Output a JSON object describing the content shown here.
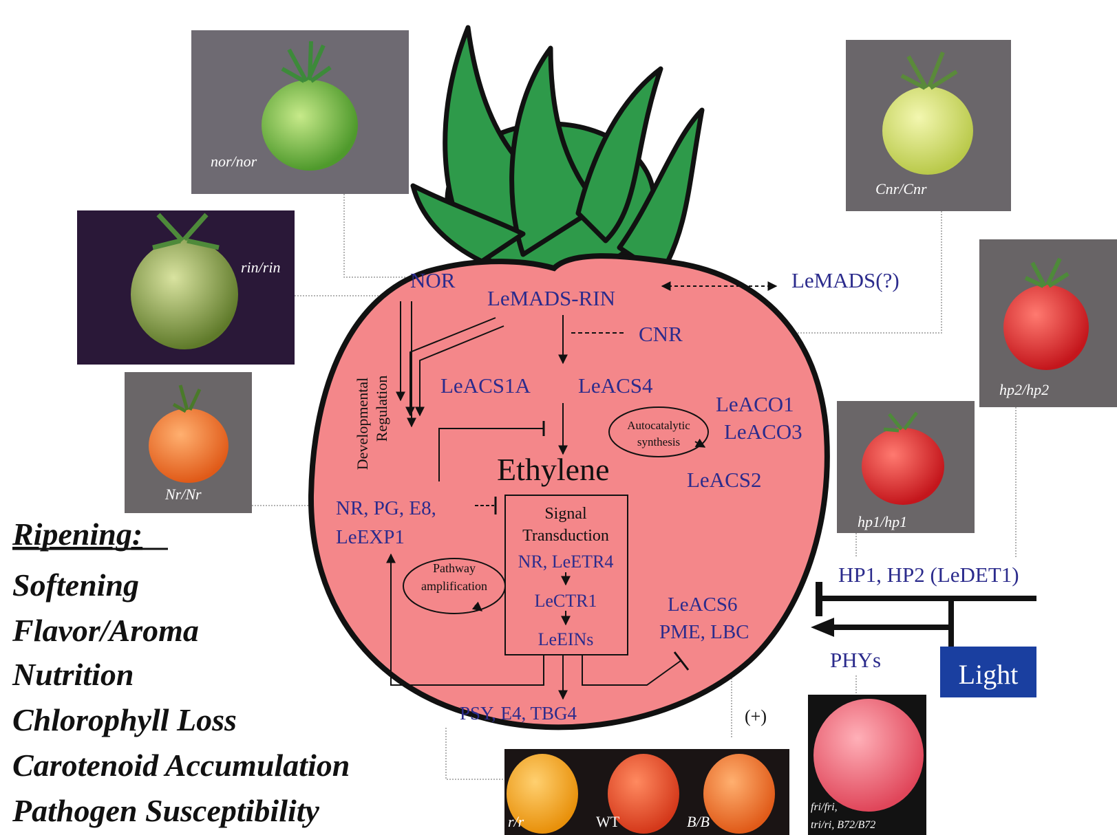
{
  "photos": {
    "nor": "nor/nor",
    "rin": "rin/rin",
    "nr": "Nr/Nr",
    "cnr": "Cnr/Cnr",
    "hp2": "hp2/hp2",
    "hp1": "hp1/hp1",
    "fri_line1": "fri/fri,",
    "fri_line2": "tri/ri, B72/B72",
    "bottom_rr": "r/r",
    "bottom_wt": "WT",
    "bottom_bb": "B/B"
  },
  "genes": {
    "nor": "NOR",
    "lemads_rin": "LeMADS-RIN",
    "lemads_q": "LeMADS(?)",
    "cnr": "CNR",
    "leacs1a": "LeACS1A",
    "leacs4": "LeACS4",
    "leaco1": "LeACO1",
    "leaco3": "LeACO3",
    "leacs2": "LeACS2",
    "ethylene": "Ethylene",
    "nr_pg_e8": "NR, PG, E8,",
    "leexp1": "LeEXP1",
    "signal_1": "Signal",
    "signal_2": "Transduction",
    "nr_leetr4": "NR, LeETR4",
    "lectr1": "LeCTR1",
    "leeins": "LeEINs",
    "leacs6": "LeACS6",
    "pme_lbc": "PME, LBC",
    "psy_e4_tbg4": "PSY, E4, TBG4",
    "hp1_hp2": "HP1, HP2 (LeDET1)",
    "phys": "PHYs",
    "light": "Light",
    "plus": "(+)"
  },
  "labels": {
    "dev_reg_1": "Developmental",
    "dev_reg_2": "Regulation",
    "autocatalytic_1": "Autocatalytic",
    "autocatalytic_2": "synthesis",
    "pathway_1": "Pathway",
    "pathway_2": "amplification"
  },
  "ripening": {
    "heading": "Ripening:",
    "items": [
      "Softening",
      "Flavor/Aroma",
      "Nutrition",
      "Chlorophyll Loss",
      "Carotenoid Accumulation",
      "Pathogen Susceptibility"
    ]
  },
  "colors": {
    "tomato_body": "#f4878a",
    "leaves": "#2e9a4a",
    "gene_text": "#2b2b8c",
    "light_box": "#1a3fa0"
  }
}
